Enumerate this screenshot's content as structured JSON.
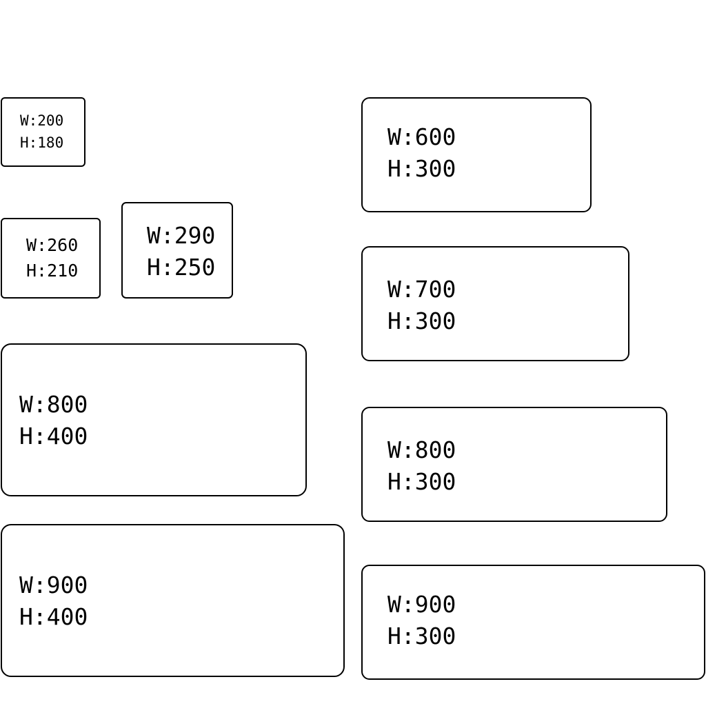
{
  "boxes": [
    {
      "w": "W:200",
      "h": "H:180"
    },
    {
      "w": "W:260",
      "h": "H:210"
    },
    {
      "w": "W:290",
      "h": "H:250"
    },
    {
      "w": "W:800",
      "h": "H:400"
    },
    {
      "w": "W:900",
      "h": "H:400"
    },
    {
      "w": "W:600",
      "h": "H:300"
    },
    {
      "w": "W:700",
      "h": "H:300"
    },
    {
      "w": "W:800",
      "h": "H:300"
    },
    {
      "w": "W:900",
      "h": "H:300"
    }
  ]
}
